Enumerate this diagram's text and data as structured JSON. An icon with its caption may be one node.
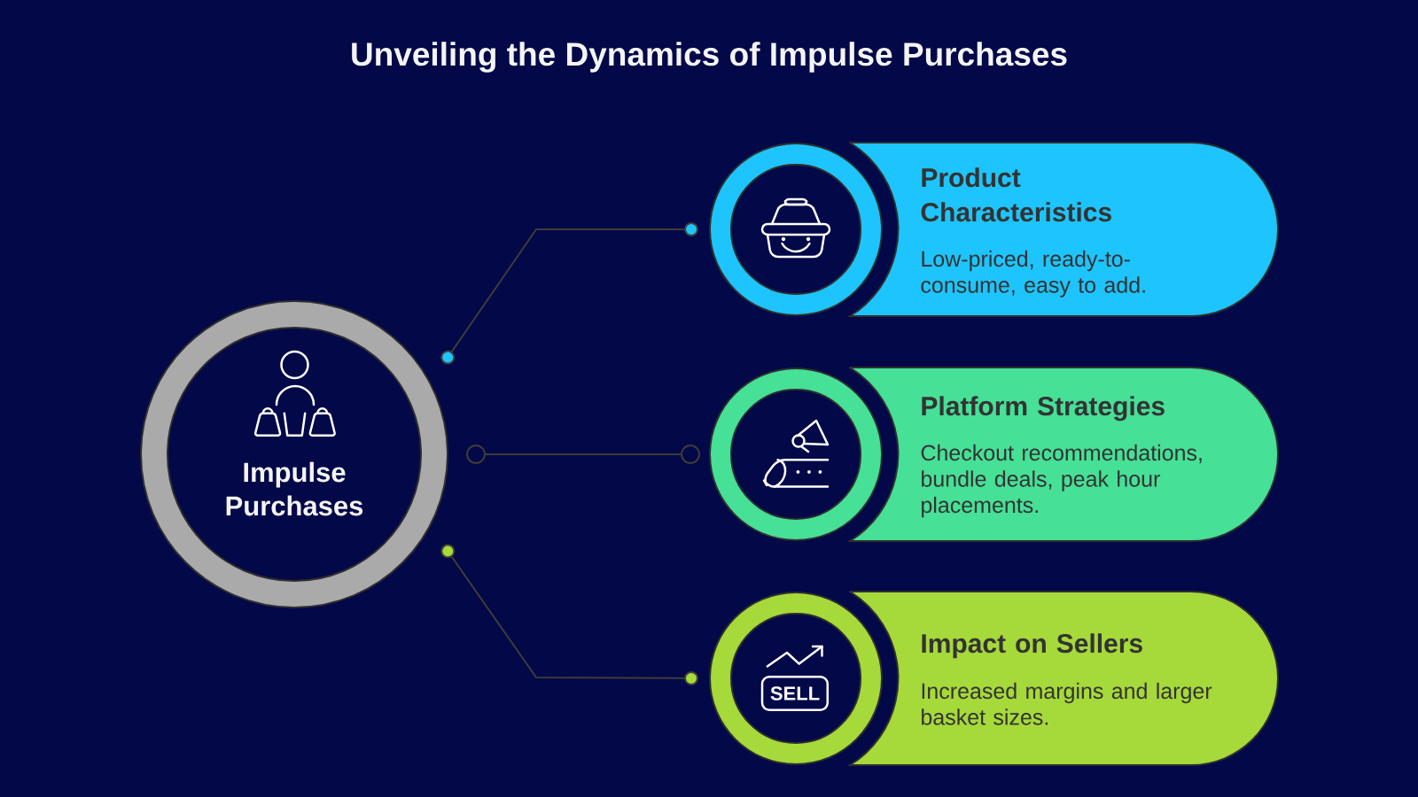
{
  "diagram": {
    "title": "Unveiling the Dynamics of Impulse Purchases",
    "nodes": [
      {
        "text": [
          "Impulse Purchases"
        ]
      },
      {
        "text": [
          "Product Characteristics",
          "Low-priced, ready-to-consume, easy to add."
        ]
      },
      {
        "text": [
          "Platform Strategies",
          "Checkout recommendations, bundle deals, peak hour placements."
        ]
      },
      {
        "text": [
          "Impact on Sellers",
          "Increased margins and larger basket sizes."
        ]
      }
    ],
    "edges": [
      {
        "from": 0,
        "to": 1,
        "arrow": "other"
      },
      {
        "from": 0,
        "to": 2,
        "arrow": "other"
      },
      {
        "from": 0,
        "to": 3,
        "arrow": "other"
      }
    ],
    "labels": [
      "SELL"
    ]
  }
}
